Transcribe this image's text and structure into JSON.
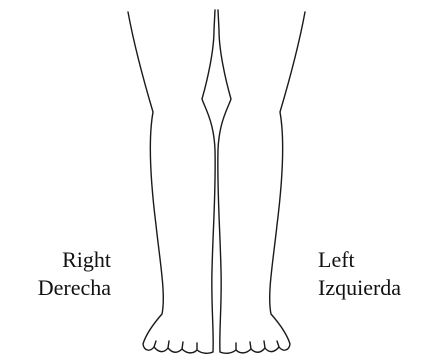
{
  "labels": {
    "right": {
      "english": "Right",
      "spanish": "Derecha"
    },
    "left": {
      "english": "Left",
      "spanish": "Izquierda"
    }
  },
  "colors": {
    "outline": "#1a1a1a",
    "background": "#ffffff"
  }
}
